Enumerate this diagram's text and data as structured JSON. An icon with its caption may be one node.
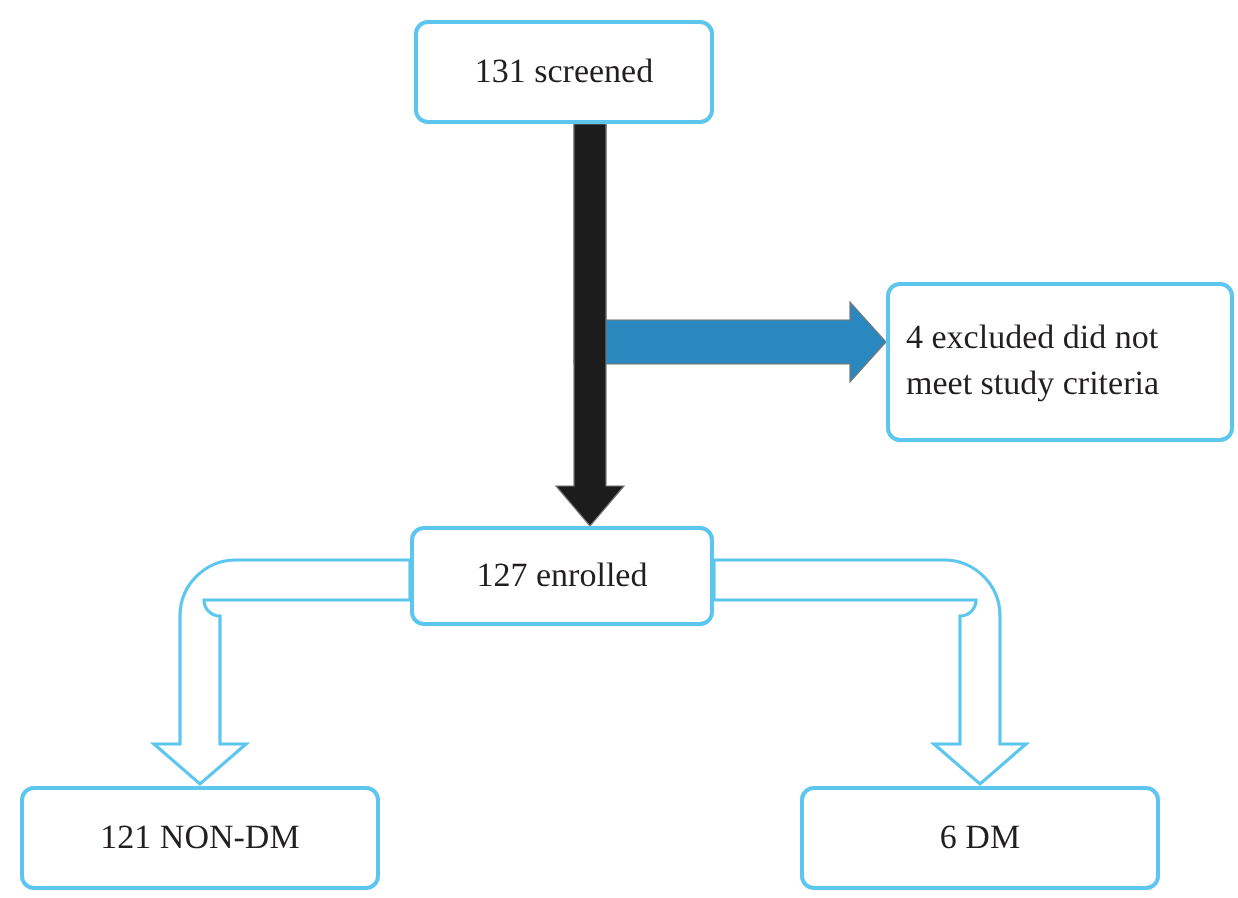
{
  "diagram": {
    "nodes": [
      {
        "text": [
          "131 screened"
        ]
      },
      {
        "text": [
          "4 excluded did not meet study criteria"
        ]
      },
      {
        "text": [
          "127 enrolled"
        ]
      },
      {
        "text": [
          "121 NON-DM"
        ]
      },
      {
        "text": [
          "6 DM"
        ]
      }
    ],
    "edges": [
      {
        "from": 0,
        "to": 2,
        "arrow": "to",
        "style": "thick",
        "color": "#1c1c1c"
      },
      {
        "from": 0,
        "to": 1,
        "arrow": "to",
        "style": "thick",
        "color": "#2a88bf"
      },
      {
        "from": 2,
        "to": 3,
        "arrow": "to",
        "color": "#5cc6ee"
      },
      {
        "from": 2,
        "to": 4,
        "arrow": "to",
        "color": "#5cc6ee"
      }
    ]
  }
}
